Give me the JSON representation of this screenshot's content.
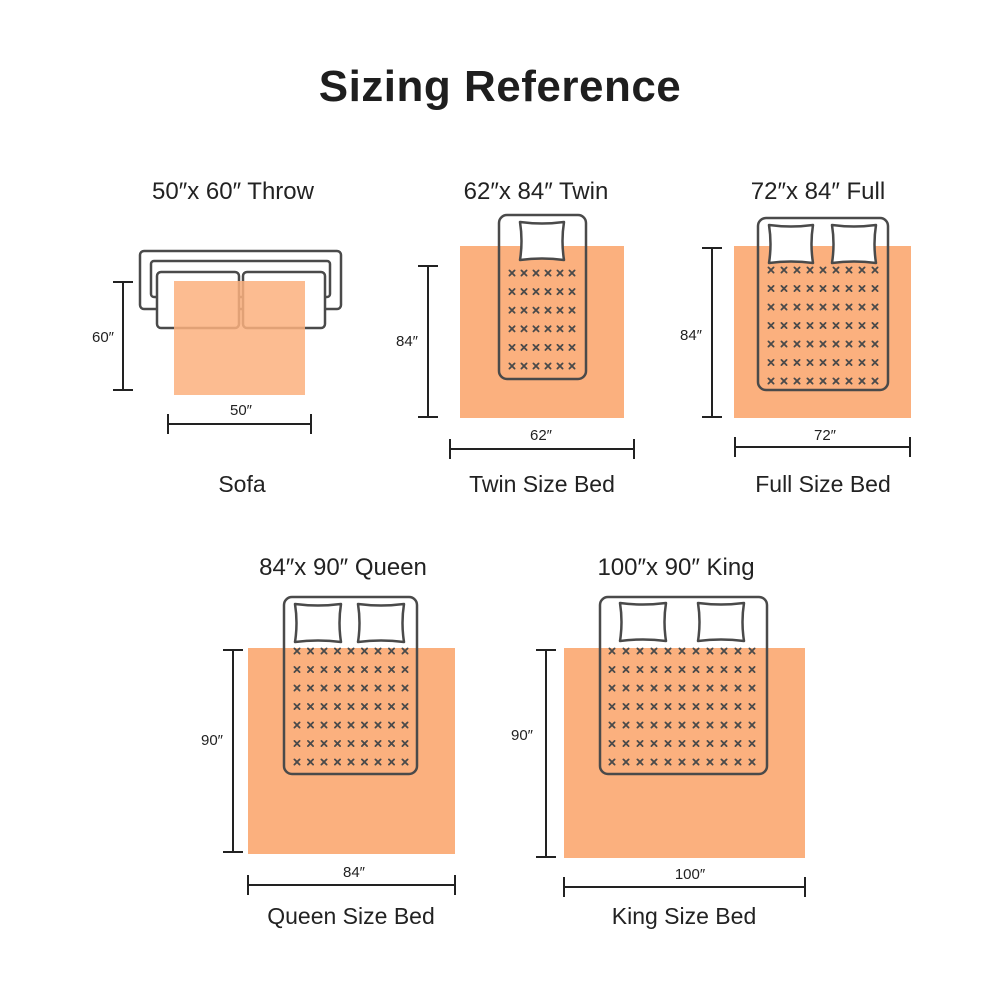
{
  "title": "Sizing Reference",
  "colors": {
    "blanket": "#fbb07e",
    "outline": "#4a4a4a",
    "text": "#222222"
  },
  "items": [
    {
      "heading": "50″x 60″ Throw",
      "caption": "Sofa",
      "width_label": "50″",
      "height_label": "60″",
      "width_in": 50,
      "height_in": 60,
      "furniture": "sofa-icon"
    },
    {
      "heading": "62″x 84″ Twin",
      "caption": "Twin Size Bed",
      "width_label": "62″",
      "height_label": "84″",
      "width_in": 62,
      "height_in": 84,
      "furniture": "twin-bed-icon"
    },
    {
      "heading": "72″x 84″ Full",
      "caption": "Full Size Bed",
      "width_label": "72″",
      "height_label": "84″",
      "width_in": 72,
      "height_in": 84,
      "furniture": "full-bed-icon"
    },
    {
      "heading": "84″x 90″ Queen",
      "caption": "Queen Size Bed",
      "width_label": "84″",
      "height_label": "90″",
      "width_in": 84,
      "height_in": 90,
      "furniture": "queen-bed-icon"
    },
    {
      "heading": "100″x 90″ King",
      "caption": "King Size Bed",
      "width_label": "100″",
      "height_label": "90″",
      "width_in": 100,
      "height_in": 90,
      "furniture": "king-bed-icon"
    }
  ]
}
